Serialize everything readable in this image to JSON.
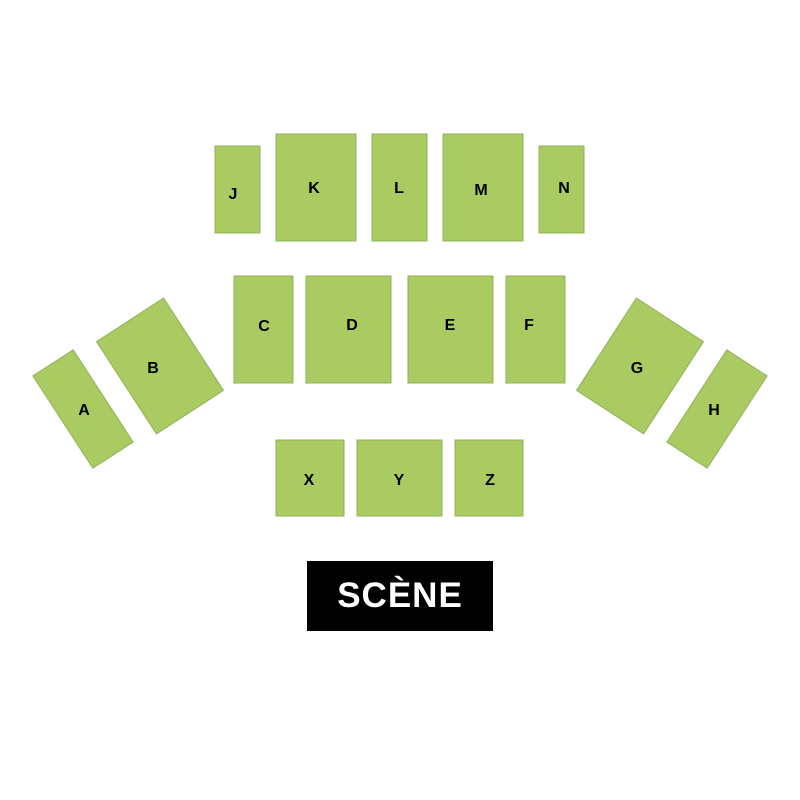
{
  "colors": {
    "section_fill": "#aacb62",
    "section_stroke": "#8fb25a",
    "stage_background": "#000000",
    "stage_text": "#ffffff",
    "label_text": "#000000"
  },
  "sections": [
    {
      "id": "A",
      "label": "A"
    },
    {
      "id": "B",
      "label": "B"
    },
    {
      "id": "C",
      "label": "C"
    },
    {
      "id": "D",
      "label": "D"
    },
    {
      "id": "E",
      "label": "E"
    },
    {
      "id": "F",
      "label": "F"
    },
    {
      "id": "G",
      "label": "G"
    },
    {
      "id": "H",
      "label": "H"
    },
    {
      "id": "J",
      "label": "J"
    },
    {
      "id": "K",
      "label": "K"
    },
    {
      "id": "L",
      "label": "L"
    },
    {
      "id": "M",
      "label": "M"
    },
    {
      "id": "N",
      "label": "N"
    },
    {
      "id": "X",
      "label": "X"
    },
    {
      "id": "Y",
      "label": "Y"
    },
    {
      "id": "Z",
      "label": "Z"
    }
  ],
  "stage": {
    "label": "SCÈNE"
  }
}
